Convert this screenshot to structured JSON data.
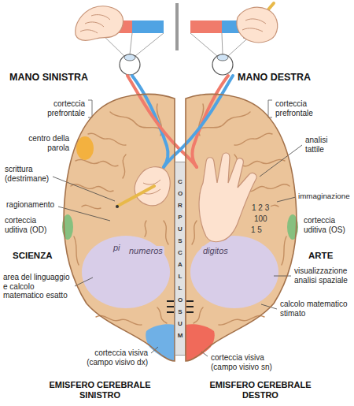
{
  "diagram": {
    "nodes": [
      {
        "text": [
          "pi",
          "numeros"
        ]
      },
      {
        "text": [
          "CORPUS CALLOSUM"
        ]
      },
      {
        "text": [
          "digitos",
          "1 2 3",
          "100",
          "1 5"
        ]
      }
    ],
    "labels": [
      "MANO SINISTRA",
      "MANO DESTRA",
      "corteccia prefrontale",
      "centro della parola",
      "scrittura (destrimane)",
      "ragionamento",
      "corteccia uditiva (OD)",
      "SCIENZA",
      "area del linguaggio e calcolo matematico esatto",
      "corteccia visiva (campo visivo dx)",
      "EMISFERO CEREBRALE SINISTRO",
      "corteccia prefrontale",
      "analisi tattile",
      "immaginazione",
      "corteccia uditiva (OS)",
      "ARTE",
      "visualizzazione analisi spaziale",
      "calcolo matematico stimato",
      "corteccia visiva (campo visivo sn)",
      "EMISFERO CEREBRALE DESTRO"
    ]
  }
}
